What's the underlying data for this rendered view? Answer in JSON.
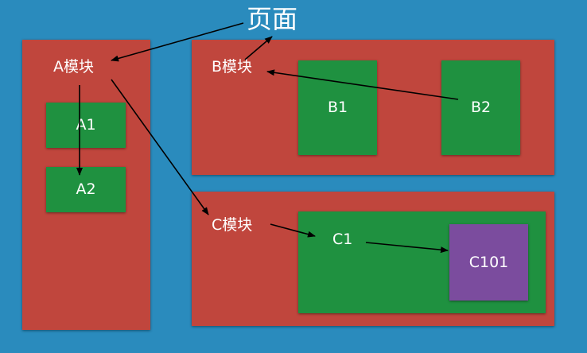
{
  "page_title": "页面",
  "modules": {
    "a": {
      "label": "A模块",
      "children": [
        "A1",
        "A2"
      ]
    },
    "b": {
      "label": "B模块",
      "children": [
        "B1",
        "B2"
      ]
    },
    "c": {
      "label": "C模块",
      "child": "C1",
      "grandchild": "C101"
    }
  },
  "colors": {
    "background": "#2a8bbd",
    "module": "#c0463d",
    "submodule": "#1f9140",
    "leaf": "#7b4c9e",
    "arrow": "#000000"
  }
}
